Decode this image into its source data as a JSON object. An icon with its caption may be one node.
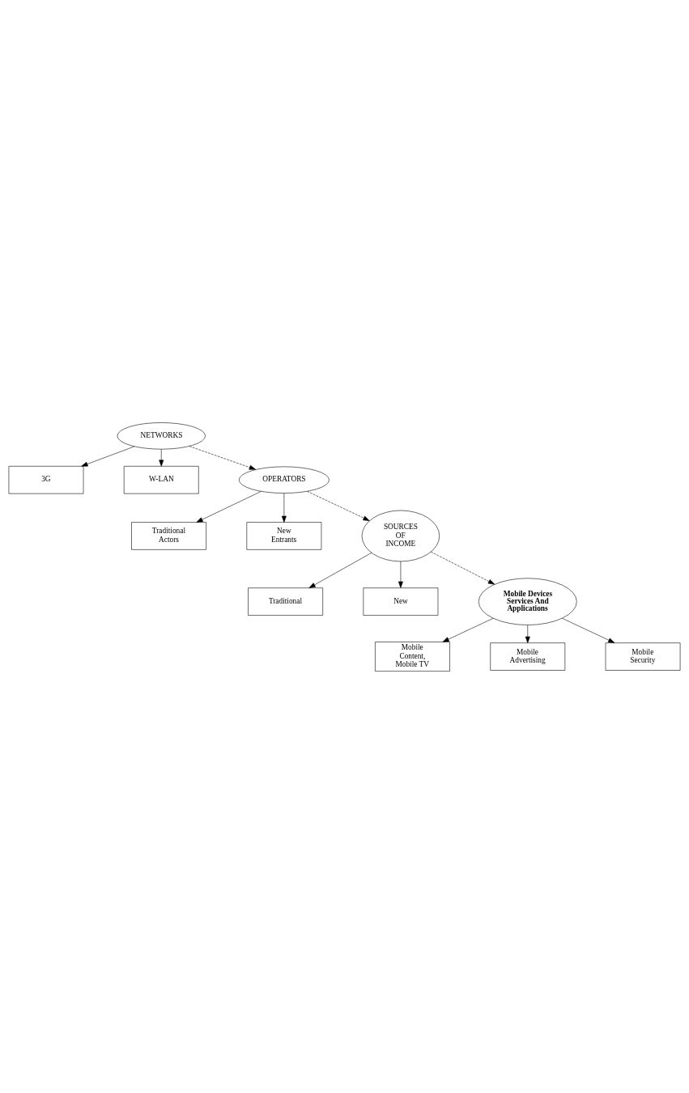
{
  "diagram": {
    "nodes": [
      {
        "text": [
          "NETWORKS"
        ]
      },
      {
        "text": [
          "3G"
        ]
      },
      {
        "text": [
          "W-LAN"
        ]
      },
      {
        "text": [
          "OPERATORS"
        ]
      },
      {
        "text": [
          "Traditional Actors"
        ]
      },
      {
        "text": [
          "New Entrants"
        ]
      },
      {
        "text": [
          "SOURCES OF INCOME"
        ]
      },
      {
        "text": [
          "Traditional"
        ]
      },
      {
        "text": [
          "New"
        ]
      },
      {
        "text": [
          "Mobile Devices Services And Applications"
        ]
      },
      {
        "text": [
          "Mobile Content, Mobile TV"
        ]
      },
      {
        "text": [
          "Mobile Advertising"
        ]
      },
      {
        "text": [
          "Mobile Security"
        ]
      }
    ],
    "edges": [
      {
        "from": 0,
        "to": 1,
        "arrow": "to"
      },
      {
        "from": 0,
        "to": 2,
        "arrow": "to"
      },
      {
        "from": 0,
        "to": 3,
        "arrow": "to",
        "style": "dashed"
      },
      {
        "from": 3,
        "to": 4,
        "arrow": "to"
      },
      {
        "from": 3,
        "to": 5,
        "arrow": "to"
      },
      {
        "from": 3,
        "to": 6,
        "arrow": "to",
        "style": "dashed"
      },
      {
        "from": 6,
        "to": 7,
        "arrow": "to"
      },
      {
        "from": 6,
        "to": 8,
        "arrow": "to"
      },
      {
        "from": 6,
        "to": 9,
        "arrow": "to",
        "style": "dashed"
      },
      {
        "from": 9,
        "to": 10,
        "arrow": "to"
      },
      {
        "from": 9,
        "to": 11,
        "arrow": "to"
      },
      {
        "from": 9,
        "to": 12,
        "arrow": "to"
      }
    ]
  }
}
